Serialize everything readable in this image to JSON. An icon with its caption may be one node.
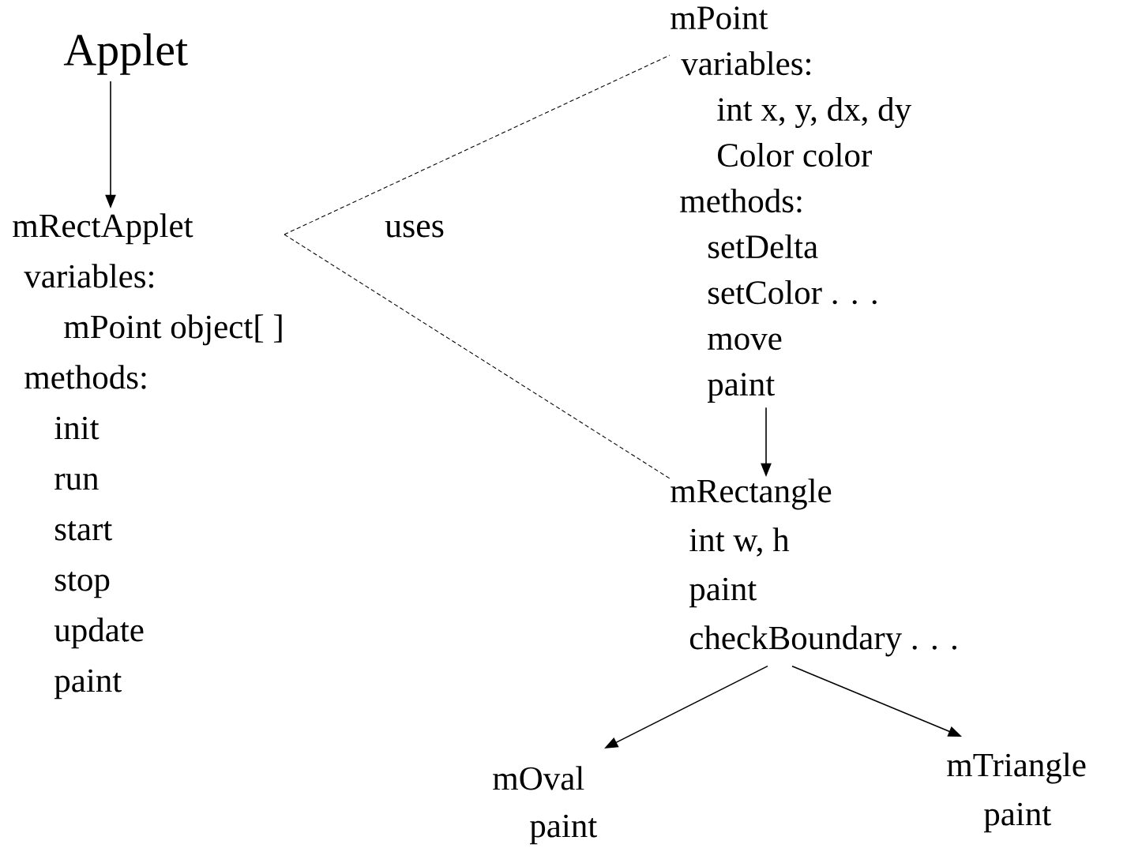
{
  "diagram": {
    "nodes": [
      {
        "text": [
          "Applet"
        ]
      },
      {
        "text": [
          "mRectApplet",
          "variables:",
          "mPoint object[ ]",
          "methods:",
          "init",
          "run",
          "start",
          "stop",
          "update",
          "paint"
        ]
      },
      {
        "text": [
          "mPoint",
          "variables:",
          "int x, y, dx, dy",
          "Color color",
          "methods:",
          "setDelta",
          "setColor . . .",
          "move",
          "paint"
        ]
      },
      {
        "text": [
          "mRectangle",
          "int w, h",
          "paint",
          "checkBoundary . . ."
        ]
      },
      {
        "text": [
          "mOval",
          "paint"
        ]
      },
      {
        "text": [
          "mTriangle",
          "paint"
        ]
      }
    ],
    "edges": [
      {
        "from": 0,
        "to": 1,
        "arrow": "to"
      },
      {
        "from": 1,
        "to": 2,
        "arrow": "none",
        "style": "dashed",
        "label": "uses"
      },
      {
        "from": 1,
        "to": 3,
        "arrow": "none",
        "style": "dashed"
      },
      {
        "from": 2,
        "to": 3,
        "arrow": "to"
      },
      {
        "from": 3,
        "to": 4,
        "arrow": "to"
      },
      {
        "from": 3,
        "to": 5,
        "arrow": "to"
      }
    ]
  }
}
